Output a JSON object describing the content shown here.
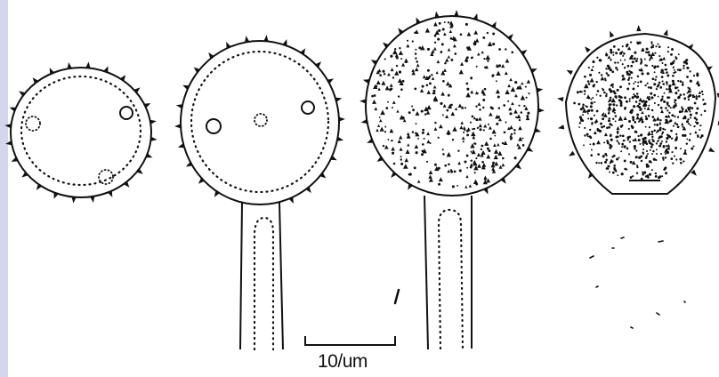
{
  "figure": {
    "scale_bar_label": "10/um",
    "ink_color": "#111111",
    "background_color": "#ffffff",
    "left_band_color": "#d3d6ec",
    "panels": [
      {
        "id": "sporangium-1",
        "spines": 24,
        "texture": "dotted-rim",
        "stalk": false,
        "inner_spots": [
          "dotted-circle",
          "open-circle",
          "dotted-circle"
        ]
      },
      {
        "id": "sporangium-2",
        "spines": 26,
        "texture": "dotted-rim",
        "stalk": true,
        "inner_spots": [
          "open-circle",
          "dotted-circle",
          "open-circle"
        ]
      },
      {
        "id": "sporangium-3",
        "spines": 28,
        "texture": "stippled",
        "stalk": true
      },
      {
        "id": "sporangium-4",
        "spines": 18,
        "texture": "densely-stippled",
        "stalk": false
      }
    ]
  }
}
